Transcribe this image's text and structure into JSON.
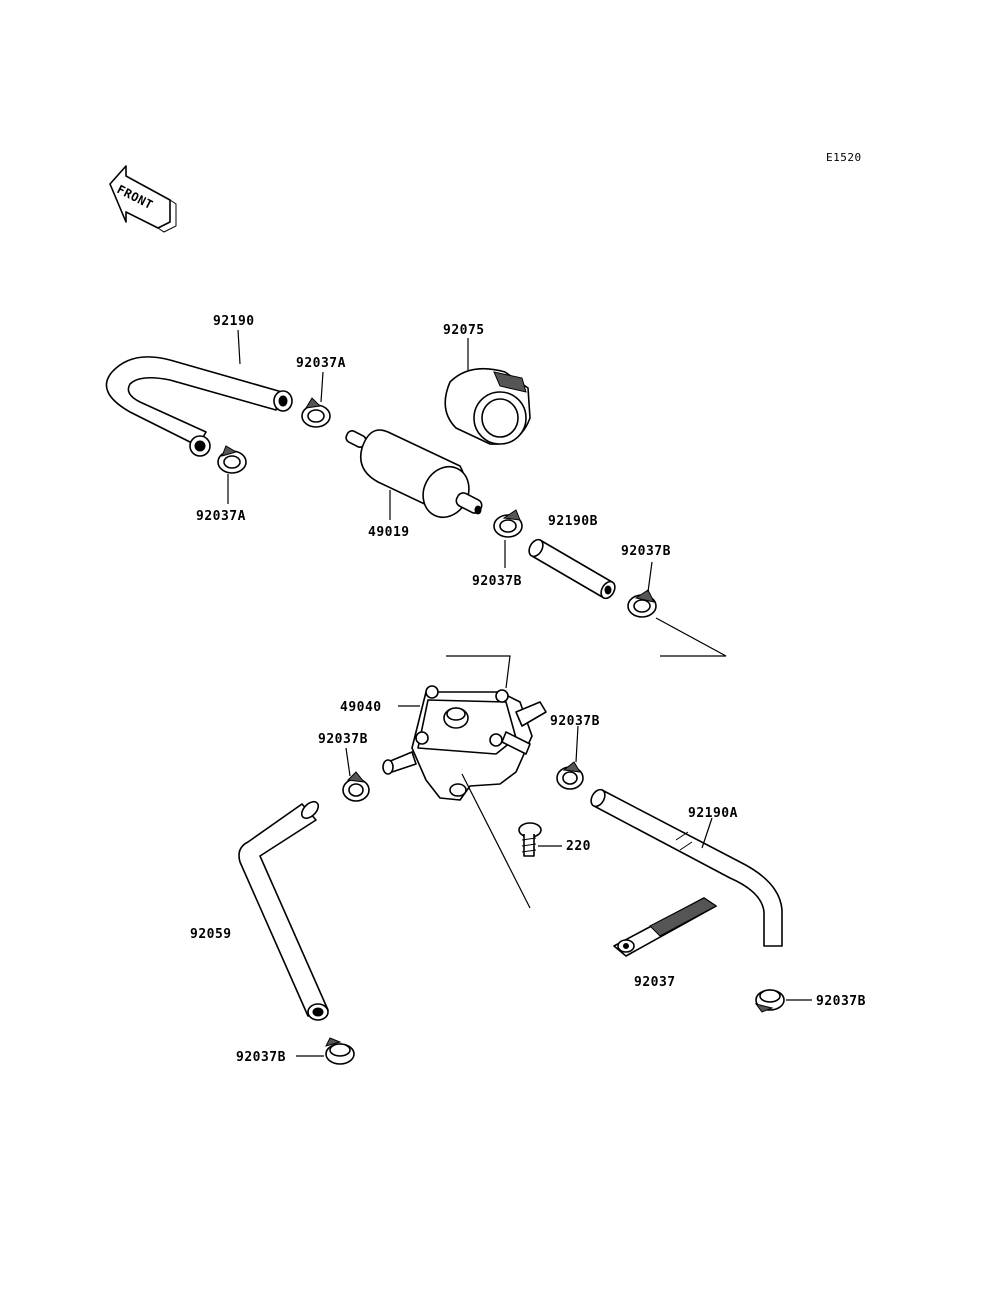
{
  "diagram_code": "E1520",
  "front_arrow_text": "FRONT",
  "labels": {
    "hose_92190": "92190",
    "clamp_92037a_top": "92037A",
    "clamp_92037a_left": "92037A",
    "holder_92075": "92075",
    "filter_49019": "49019",
    "hose_92190b": "92190B",
    "clamp_92037b_filter": "92037B",
    "clamp_92037b_right_upper": "92037B",
    "pump_49040": "49040",
    "clamp_92037b_pump_left": "92037B",
    "clamp_92037b_pump_right": "92037B",
    "hose_92190a": "92190A",
    "screw_220": "220",
    "hose_92059": "92059",
    "band_92037": "92037",
    "clamp_92037b_bottom_right": "92037B",
    "clamp_92037b_bottom_left": "92037B"
  }
}
